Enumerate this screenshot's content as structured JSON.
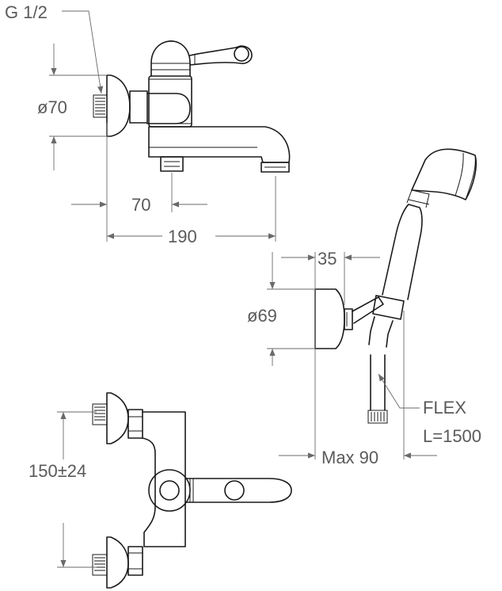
{
  "labels": {
    "thread": "G 1/2",
    "flange_diameter": "ø70",
    "spout_offset": "70",
    "overall_width": "190",
    "holder_depth": "35",
    "holder_diameter": "ø69",
    "centers": "150±24",
    "hose_type": "FLEX",
    "hose_length": "L=1500",
    "max_projection": "Max 90"
  }
}
